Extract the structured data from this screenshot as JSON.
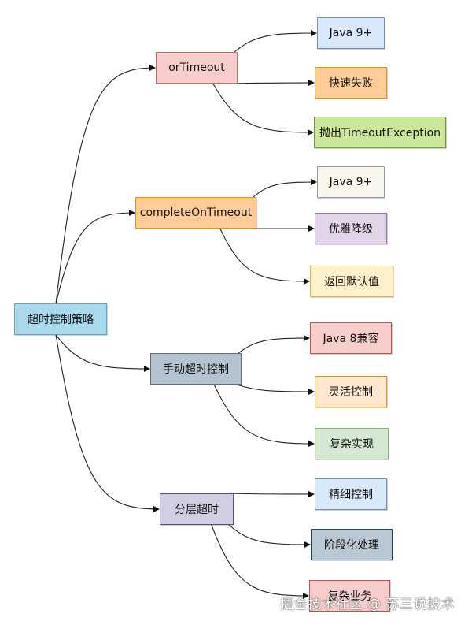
{
  "diagram": {
    "root": {
      "label": "超时控制策略",
      "fill": "#a9d9ea",
      "stroke": "#5aa8c4"
    },
    "branches": [
      {
        "id": "ortimeout",
        "label": "orTimeout",
        "fill": "#f8cecc",
        "stroke": "#c76b66",
        "children": [
          {
            "label": "Java 9+",
            "fill": "#dae8fc",
            "stroke": "#6c8ebf"
          },
          {
            "label": "快速失败",
            "fill": "#ffcc99",
            "stroke": "#d79b00"
          },
          {
            "label": "抛出TimeoutException",
            "fill": "#cde79a",
            "stroke": "#6f9a3a"
          }
        ]
      },
      {
        "id": "complete",
        "label": "completeOnTimeout",
        "fill": "#ffcc99",
        "stroke": "#d79b00",
        "children": [
          {
            "label": "Java 9+",
            "fill": "#f9f7ed",
            "stroke": "#999999"
          },
          {
            "label": "优雅降级",
            "fill": "#e1d5e7",
            "stroke": "#9673a6"
          },
          {
            "label": "返回默认值",
            "fill": "#fff2cc",
            "stroke": "#d6b656"
          }
        ]
      },
      {
        "id": "manual",
        "label": "手动超时控制",
        "fill": "#b4c3cf",
        "stroke": "#5d6f7d",
        "children": [
          {
            "label": "Java 8兼容",
            "fill": "#f8cecc",
            "stroke": "#b85450"
          },
          {
            "label": "灵活控制",
            "fill": "#ffe6cc",
            "stroke": "#d79b00"
          },
          {
            "label": "复杂实现",
            "fill": "#d5e8d4",
            "stroke": "#82b366"
          }
        ]
      },
      {
        "id": "layered",
        "label": "分层超时",
        "fill": "#d0cee2",
        "stroke": "#56517e",
        "children": [
          {
            "label": "精细控制",
            "fill": "#dae8fc",
            "stroke": "#6c8ebf"
          },
          {
            "label": "阶段化处理",
            "fill": "#bac8d3",
            "stroke": "#23445d"
          },
          {
            "label": "复杂业务",
            "fill": "#f8cecc",
            "stroke": "#b85450"
          }
        ]
      }
    ]
  },
  "watermark": "掘金技术社区 @ 苏三说技术"
}
